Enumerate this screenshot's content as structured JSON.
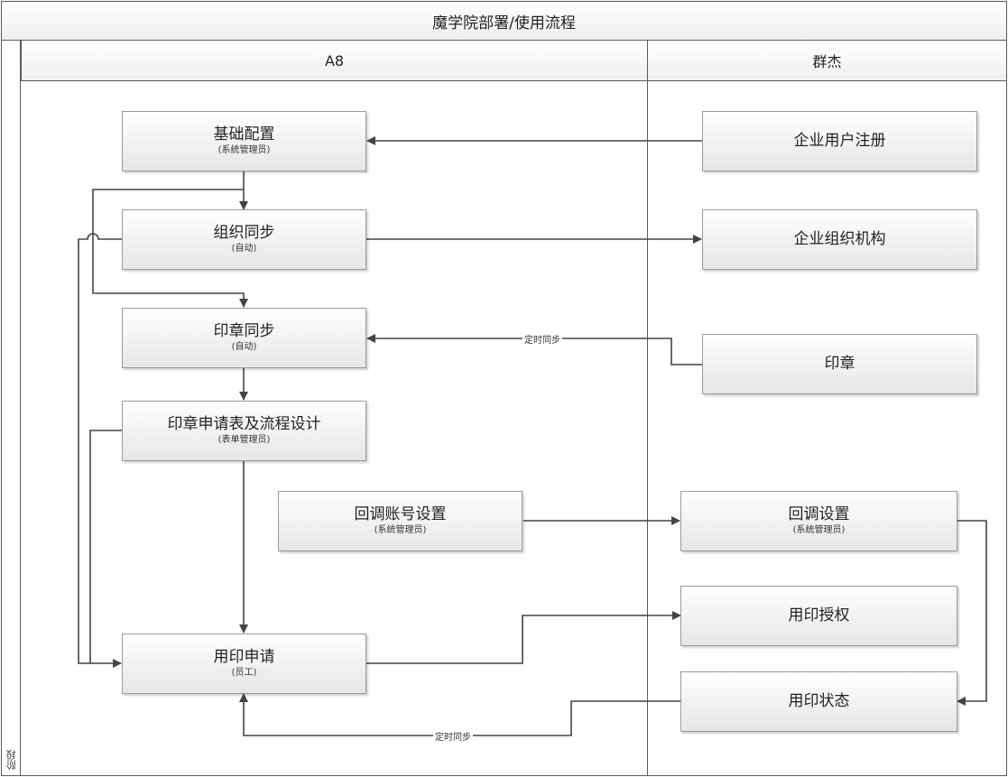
{
  "title": "魔学院部署/使用流程",
  "stage_label": "阶段",
  "lanes": [
    {
      "name": "A8"
    },
    {
      "name": "群杰"
    }
  ],
  "nodes": {
    "base_config": {
      "label": "基础配置",
      "sub": "(系统管理员)"
    },
    "org_sync": {
      "label": "组织同步",
      "sub": "(自动)"
    },
    "seal_sync": {
      "label": "印章同步",
      "sub": "(自动)"
    },
    "seal_form": {
      "label": "印章申请表及流程设计",
      "sub": "(表单管理员)"
    },
    "callback_account": {
      "label": "回调账号设置",
      "sub": "(系统管理员)"
    },
    "seal_apply": {
      "label": "用印申请",
      "sub": "(员工)"
    },
    "enterprise_register": {
      "label": "企业用户注册"
    },
    "enterprise_org": {
      "label": "企业组织机构"
    },
    "seal": {
      "label": "印章"
    },
    "callback_setting": {
      "label": "回调设置",
      "sub": "(系统管理员)"
    },
    "seal_authorize": {
      "label": "用印授权"
    },
    "seal_status": {
      "label": "用印状态"
    }
  },
  "edge_labels": {
    "seal_timed_sync": "定时同步",
    "status_timed_sync": "定时同步"
  },
  "colors": {
    "line": "#444444",
    "border": "#5a5a5a"
  }
}
